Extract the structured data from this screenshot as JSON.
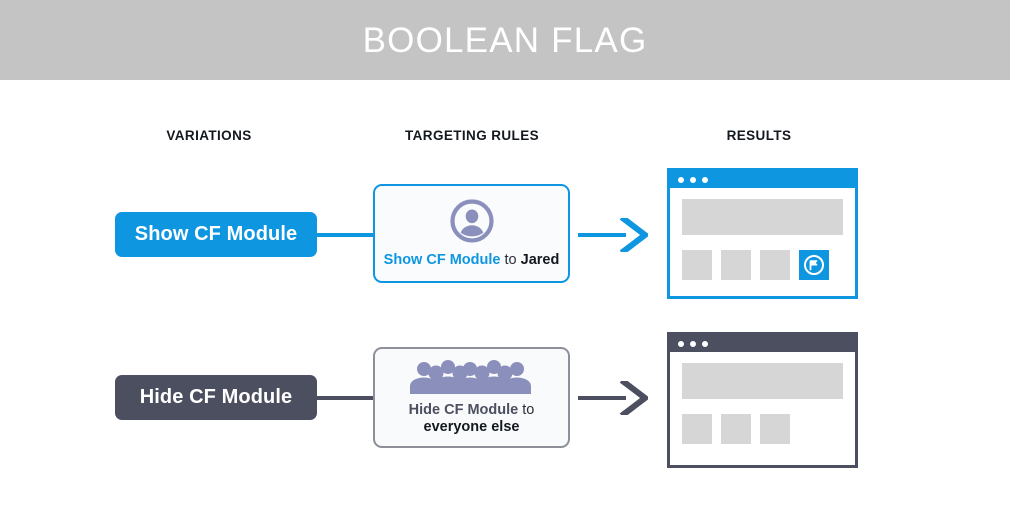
{
  "header": {
    "title": "BOOLEAN FLAG",
    "background_color": "#c4c4c4",
    "text_color": "#ffffff"
  },
  "colors": {
    "accent_blue": "#0f96e0",
    "slate": "#4c4f60",
    "icon_purple": "#8b8fbb",
    "placeholder_gray": "#d6d6d6",
    "card_border_gray": "#8d9099"
  },
  "columns": [
    {
      "label": "VARIATIONS"
    },
    {
      "label": "TARGETING RULES"
    },
    {
      "label": "RESULTS"
    }
  ],
  "rows": [
    {
      "id": "show-cf-module",
      "variation": {
        "label": "Show CF Module",
        "color": "#0f96e0"
      },
      "rule": {
        "icon": "single-user-icon",
        "text_parts": [
          {
            "text": "Show CF Module",
            "style": "blue-bold"
          },
          {
            "text": " to ",
            "style": "plain"
          },
          {
            "text": "Jared",
            "style": "bold"
          }
        ],
        "line1": "Show CF Module to Jared",
        "border_color": "#0f96e0"
      },
      "arrow": {
        "color": "#0f96e0"
      },
      "result": {
        "titlebar_color": "#0f96e0",
        "tiles": [
          "blank",
          "blank",
          "blank",
          "cf-module"
        ],
        "cf_tile_icon": "flag-bubble-icon"
      }
    },
    {
      "id": "hide-cf-module",
      "variation": {
        "label": "Hide CF Module",
        "color": "#4c4f60"
      },
      "rule": {
        "icon": "crowd-of-people-icon",
        "text_parts": [
          {
            "text": "Hide CF Module",
            "style": "slate-bold"
          },
          {
            "text": " to",
            "style": "plain"
          },
          {
            "text": "everyone else",
            "style": "bold"
          }
        ],
        "line1": "Hide CF Module to",
        "line2": "everyone else",
        "border_color": "#8d9099"
      },
      "arrow": {
        "color": "#4c4f60"
      },
      "result": {
        "titlebar_color": "#4c4f60",
        "tiles": [
          "blank",
          "blank",
          "blank"
        ],
        "cf_tile_icon": null
      }
    }
  ]
}
